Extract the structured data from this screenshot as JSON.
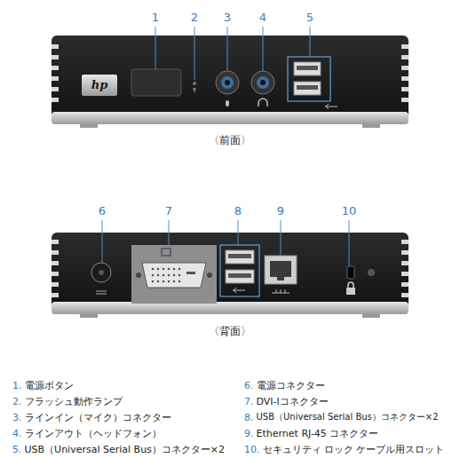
{
  "diagram": {
    "labels": [
      "1",
      "2",
      "3",
      "4",
      "5",
      "〈前面〉",
      "6",
      "7",
      "8",
      "9",
      "10",
      "〈背面〉",
      "1.",
      "電源ボタン",
      "2.",
      "フラッシュ動作ランプ",
      "3.",
      "ラインイン（マイク）コネクター",
      "4.",
      "ラインアウト（ヘッドフォン）",
      "5.",
      "USB（Universal Serial Bus）コネクター×2",
      "6.",
      "電源コネクター",
      "7.",
      "DVI-Iコネクター",
      "8.",
      "USB（Universal Serial Bus）コネクター×2",
      "9.",
      "Ethernet RJ-45 コネクター",
      "10.",
      "セキュリティ ロック ケーブル用スロット",
      "hp"
    ]
  }
}
